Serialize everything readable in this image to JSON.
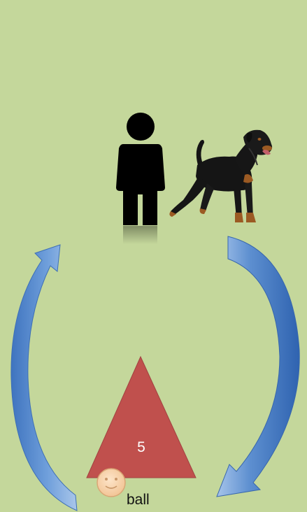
{
  "diagram": {
    "cone": {
      "number": "5",
      "color": "#c0504d"
    },
    "ball": {
      "label": "ball",
      "face_color": "#f9d8b5"
    },
    "person": {
      "icon": "person-silhouette-icon"
    },
    "dog": {
      "icon": "rottweiler-dog"
    },
    "arrows": {
      "color": "#5b8fd1",
      "left_direction": "up",
      "right_direction": "down"
    }
  }
}
